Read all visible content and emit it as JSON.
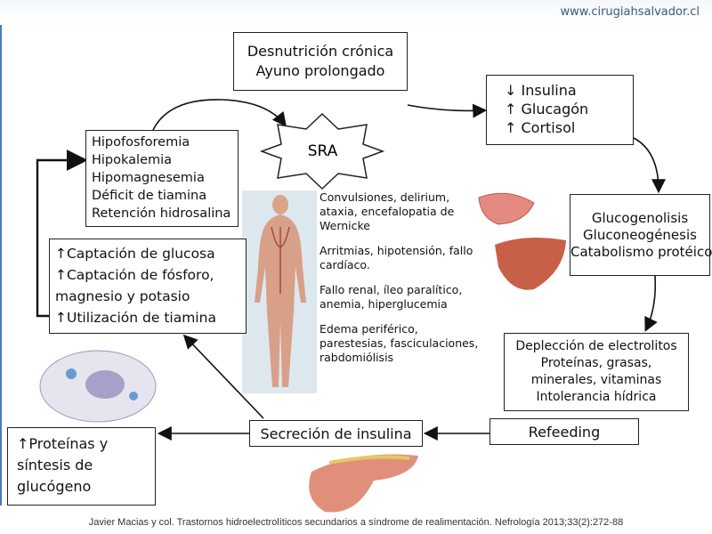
{
  "url": "www.cirugiahsalvador.cl",
  "top_box": [
    "Desnutrición crónica",
    "Ayuno prolongado"
  ],
  "hormones": [
    "↓ Insulina",
    "↑ Glucagón",
    "↑ Cortisol"
  ],
  "metabolism": [
    "Glucogenolisis",
    "Gluconeogénesis",
    "Catabolismo protéico"
  ],
  "depletion": [
    "Deplección de electrolitos",
    "Proteínas, grasas,",
    "minerales, vitaminas",
    "Intolerancia hídrica"
  ],
  "refeeding": "Refeeding",
  "insulin_secretion": "Secreción de insulina",
  "proteins": [
    "↑Proteínas y",
    "síntesis de",
    "glucógeno"
  ],
  "uptake": [
    "↑Captación de glucosa",
    "↑Captación de fósforo,",
    "magnesio y potasio",
    "↑Utilización de tiamina"
  ],
  "deficits": [
    "Hipofosforemia",
    "Hipokalemia",
    "Hipomagnesemia",
    "Déficit de tiamina",
    "Retención hidrosalina"
  ],
  "sra": "SRA",
  "effects": [
    "Convulsiones, delirium, ataxia, encefalopatia de Wernicke",
    "Arritmias, hipotensión, fallo cardíaco.",
    "Fallo renal, íleo paralítico, anemia, hiperglucemia",
    "Edema periférico, parestesias, fasciculaciones, rabdomiólisis"
  ],
  "citation": "Javier Macias y col. Trastornos hidroelectrolíticos secundarios a síndrome de realimentación. Nefrología 2013;33(2):272-88"
}
